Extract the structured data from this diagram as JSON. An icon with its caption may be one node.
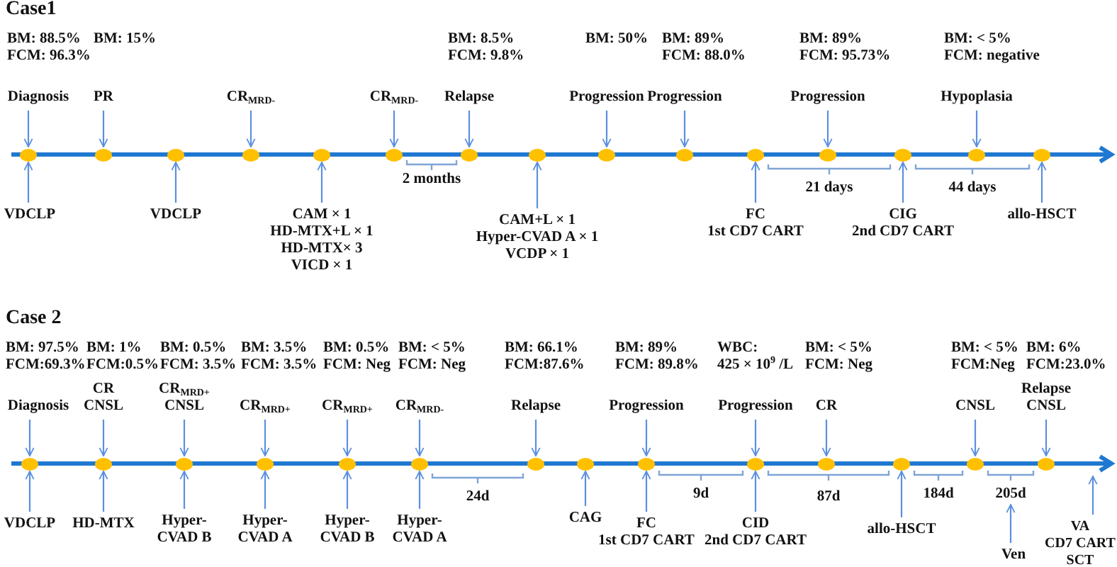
{
  "diagram": {
    "nodes": [
      {
        "text": [
          "Diagnosis"
        ],
        "beside": [
          "BM: 88.5%",
          "FCM: 96.3%"
        ]
      },
      {
        "text": [
          "PR"
        ],
        "beside": [
          "BM: 15%"
        ]
      },
      {
        "text": [
          "CR$_{MRD-}$"
        ]
      },
      {
        "text": [
          "CR$_{MRD-}$"
        ]
      },
      {
        "text": [
          "Relapse"
        ],
        "beside": [
          "BM: 8.5%",
          "FCM: 9.8%"
        ]
      },
      {
        "text": [
          "Progression"
        ],
        "beside": [
          "BM: 50%"
        ]
      },
      {
        "text": [
          "Progression"
        ],
        "beside": [
          "BM: 89%",
          "FCM: 88.0%"
        ]
      },
      {
        "text": [
          "Progression"
        ],
        "beside": [
          "BM: 89%",
          "FCM: 95.73%"
        ]
      },
      {
        "text": [
          "Hypoplasia"
        ],
        "beside": [
          "BM: < 5%",
          "FCM: negative"
        ]
      },
      {
        "text": [],
        "shape": "circle"
      },
      {
        "text": [],
        "shape": "circle"
      },
      {
        "text": [],
        "shape": "circle"
      },
      {
        "text": [],
        "shape": "circle"
      },
      {
        "text": [],
        "shape": "circle"
      },
      {
        "text": [],
        "shape": "circle"
      },
      {
        "text": [],
        "shape": "circle"
      },
      {
        "text": [],
        "shape": "circle"
      },
      {
        "text": [],
        "shape": "circle"
      },
      {
        "text": [],
        "shape": "circle"
      },
      {
        "text": [],
        "shape": "circle"
      },
      {
        "text": [],
        "shape": "circle"
      },
      {
        "text": [],
        "shape": "circle"
      },
      {
        "text": [],
        "shape": "circle"
      },
      {
        "text": [],
        "shape": "circle"
      },
      {
        "text": [
          "VDCLP"
        ]
      },
      {
        "text": [
          "VDCLP"
        ]
      },
      {
        "text": [
          "CAM × 1",
          "HD-MTX+L × 1",
          "HD-MTX× 3",
          "VICD × 1"
        ]
      },
      {
        "text": [
          "CAM+L × 1",
          "Hyper-CVAD A × 1",
          "VCDP × 1"
        ]
      },
      {
        "text": [
          "FC",
          "1st CD7 CART"
        ]
      },
      {
        "text": [
          "CIG",
          "2nd CD7 CART"
        ]
      },
      {
        "text": [
          "allo-HSCT"
        ]
      },
      {
        "text": [
          "Diagnosis"
        ],
        "beside": [
          "BM: 97.5%",
          "FCM:69.3%"
        ]
      },
      {
        "text": [
          "CR",
          "CNSL"
        ],
        "beside": [
          "BM: 1%",
          "FCM:0.5%"
        ]
      },
      {
        "text": [
          "CR$_{MRD+}$",
          "CNSL"
        ],
        "beside": [
          "BM: 0.5%",
          "FCM: 3.5%"
        ]
      },
      {
        "text": [
          "CR$_{MRD+}$"
        ],
        "beside": [
          "BM: 3.5%",
          "FCM: 3.5%"
        ]
      },
      {
        "text": [
          "CR$_{MRD+}$"
        ],
        "beside": [
          "BM: 0.5%",
          "FCM: Neg"
        ]
      },
      {
        "text": [
          "CR$_{MRD-}$"
        ],
        "beside": [
          "BM: < 5%",
          "FCM: Neg"
        ]
      },
      {
        "text": [
          "Relapse"
        ],
        "beside": [
          "BM: 66.1%",
          "FCM:87.6%"
        ]
      },
      {
        "text": [
          "Progression"
        ],
        "beside": [
          "BM: 89%",
          "FCM: 89.8%"
        ]
      },
      {
        "text": [
          "Progression"
        ],
        "beside": [
          "WBC:",
          "425 × 10$^{9}$ /L"
        ]
      },
      {
        "text": [
          "CR"
        ],
        "beside": [
          "BM: < 5%",
          "FCM: Neg"
        ]
      },
      {
        "text": [
          "CNSL"
        ],
        "beside": [
          "BM: < 5%",
          "FCM:Neg"
        ]
      },
      {
        "text": [
          "Relapse",
          "CNSL"
        ],
        "beside": [
          "BM: 6%",
          "FCM:23.0%"
        ]
      },
      {
        "text": [],
        "shape": "circle"
      },
      {
        "text": [],
        "shape": "circle"
      },
      {
        "text": [],
        "shape": "circle"
      },
      {
        "text": [],
        "shape": "circle"
      },
      {
        "text": [],
        "shape": "circle"
      },
      {
        "text": [],
        "shape": "circle"
      },
      {
        "text": [],
        "shape": "circle"
      },
      {
        "text": [],
        "shape": "circle"
      },
      {
        "text": [],
        "shape": "circle"
      },
      {
        "text": [],
        "shape": "circle"
      },
      {
        "text": [],
        "shape": "circle"
      },
      {
        "text": [],
        "shape": "circle"
      },
      {
        "text": [],
        "shape": "circle"
      },
      {
        "text": [],
        "shape": "circle"
      },
      {
        "text": [
          "VDCLP"
        ]
      },
      {
        "text": [
          "HD-MTX"
        ]
      },
      {
        "text": [
          "Hyper- CVAD B"
        ]
      },
      {
        "text": [
          "Hyper- CVAD A"
        ]
      },
      {
        "text": [
          "Hyper- CVAD B"
        ]
      },
      {
        "text": [
          "Hyper- CVAD A"
        ]
      },
      {
        "text": [
          "CAG"
        ]
      },
      {
        "text": [
          "FC",
          "1st CD7 CART"
        ]
      },
      {
        "text": [
          "CID",
          "2nd CD7 CART"
        ]
      },
      {
        "text": [
          "allo-HSCT"
        ]
      },
      {
        "text": [
          "Ven"
        ]
      },
      {
        "text": [
          "VA",
          "CD7 CART",
          "SCT"
        ]
      },
      {
        "text": [
          "205d"
        ]
      }
    ],
    "edges": [
      {
        "from": 0,
        "to": 9,
        "arrow": "to"
      },
      {
        "from": 1,
        "to": 10,
        "arrow": "to"
      },
      {
        "from": 2,
        "to": 12,
        "arrow": "to"
      },
      {
        "from": 3,
        "to": 14,
        "arrow": "to"
      },
      {
        "from": 4,
        "to": 15,
        "arrow": "to"
      },
      {
        "from": 5,
        "to": 17,
        "arrow": "to"
      },
      {
        "from": 6,
        "to": 18,
        "arrow": "to"
      },
      {
        "from": 7,
        "to": 20,
        "arrow": "to"
      },
      {
        "from": 8,
        "to": 22,
        "arrow": "to"
      },
      {
        "from": 24,
        "to": 9,
        "arrow": "to"
      },
      {
        "from": 25,
        "to": 11,
        "arrow": "to"
      },
      {
        "from": 26,
        "to": 13,
        "arrow": "to"
      },
      {
        "from": 27,
        "to": 16,
        "arrow": "to"
      },
      {
        "from": 28,
        "to": 19,
        "arrow": "to"
      },
      {
        "from": 29,
        "to": 21,
        "arrow": "to"
      },
      {
        "from": 30,
        "to": 23,
        "arrow": "to"
      },
      {
        "from": 31,
        "to": 43,
        "arrow": "to"
      },
      {
        "from": 32,
        "to": 44,
        "arrow": "to"
      },
      {
        "from": 33,
        "to": 45,
        "arrow": "to"
      },
      {
        "from": 34,
        "to": 46,
        "arrow": "to"
      },
      {
        "from": 35,
        "to": 47,
        "arrow": "to"
      },
      {
        "from": 36,
        "to": 48,
        "arrow": "to"
      },
      {
        "from": 37,
        "to": 49,
        "arrow": "to"
      },
      {
        "from": 38,
        "to": 51,
        "arrow": "to"
      },
      {
        "from": 39,
        "to": 52,
        "arrow": "to"
      },
      {
        "from": 40,
        "to": 53,
        "arrow": "to"
      },
      {
        "from": 41,
        "to": 55,
        "arrow": "to"
      },
      {
        "from": 42,
        "to": 56,
        "arrow": "to"
      },
      {
        "from": 57,
        "to": 43,
        "arrow": "to"
      },
      {
        "from": 58,
        "to": 44,
        "arrow": "to"
      },
      {
        "from": 59,
        "to": 45,
        "arrow": "to"
      },
      {
        "from": 60,
        "to": 46,
        "arrow": "to"
      },
      {
        "from": 61,
        "to": 47,
        "arrow": "to"
      },
      {
        "from": 62,
        "to": 48,
        "arrow": "to"
      },
      {
        "from": 63,
        "to": 50,
        "arrow": "to"
      },
      {
        "from": 64,
        "to": 51,
        "arrow": "to"
      },
      {
        "from": 65,
        "to": 52,
        "arrow": "to"
      },
      {
        "from": 66,
        "to": 54,
        "arrow": "to"
      },
      {
        "from": 67,
        "to": 69,
        "arrow": "to"
      },
      {
        "from": 68,
        "to": null,
        "arrow": "to"
      }
    ],
    "labels": [
      "Case1",
      "2 months",
      "21 days",
      "44 days",
      "Case 2",
      "24d",
      "9d",
      "87d",
      "184d"
    ]
  }
}
